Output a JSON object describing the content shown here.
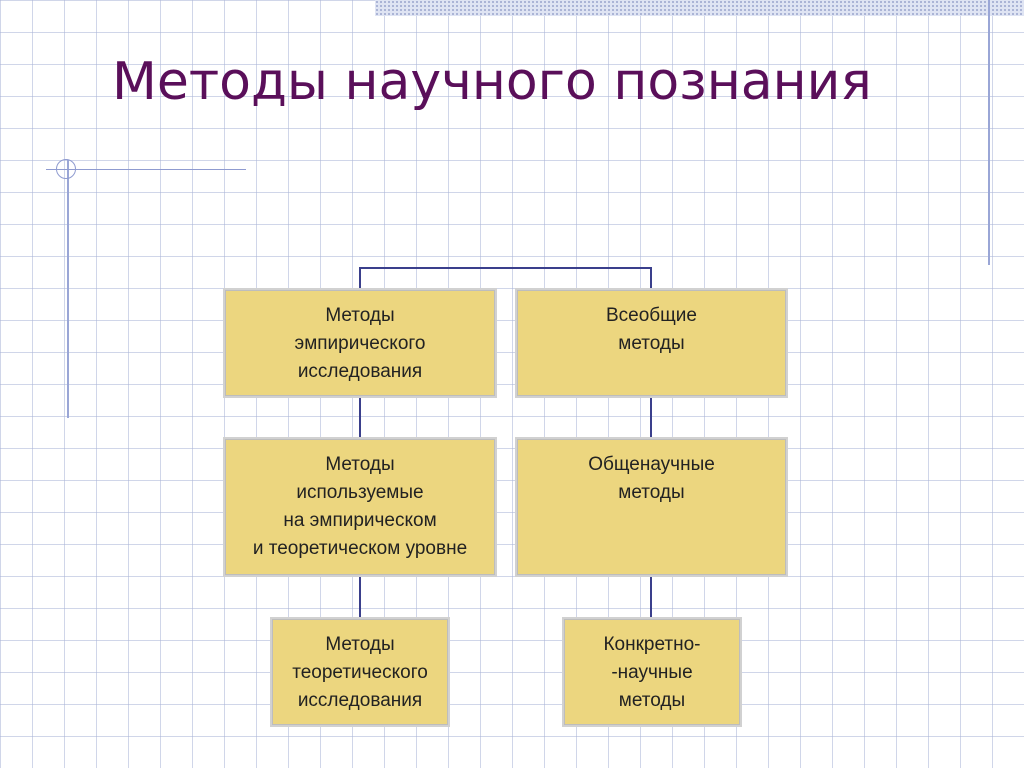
{
  "title": "Методы научного познания",
  "boxes": {
    "empirical": "Методы\nэмпирического\nисследования",
    "universal": "Всеобщие\nметоды",
    "both_levels": "Методы\nиспользуемые\nна эмпирическом\nи теоретическом уровне",
    "general_scientific": "Общенаучные\nметоды",
    "theoretical": "Методы\nтеоретического\nисследования",
    "concrete_scientific": "Конкретно-\n-научные\nметоды"
  },
  "colors": {
    "title": "#5a0f5a",
    "box_fill": "#ecd67f",
    "connector": "#3a3f8c",
    "grid": "#aab4d7"
  }
}
